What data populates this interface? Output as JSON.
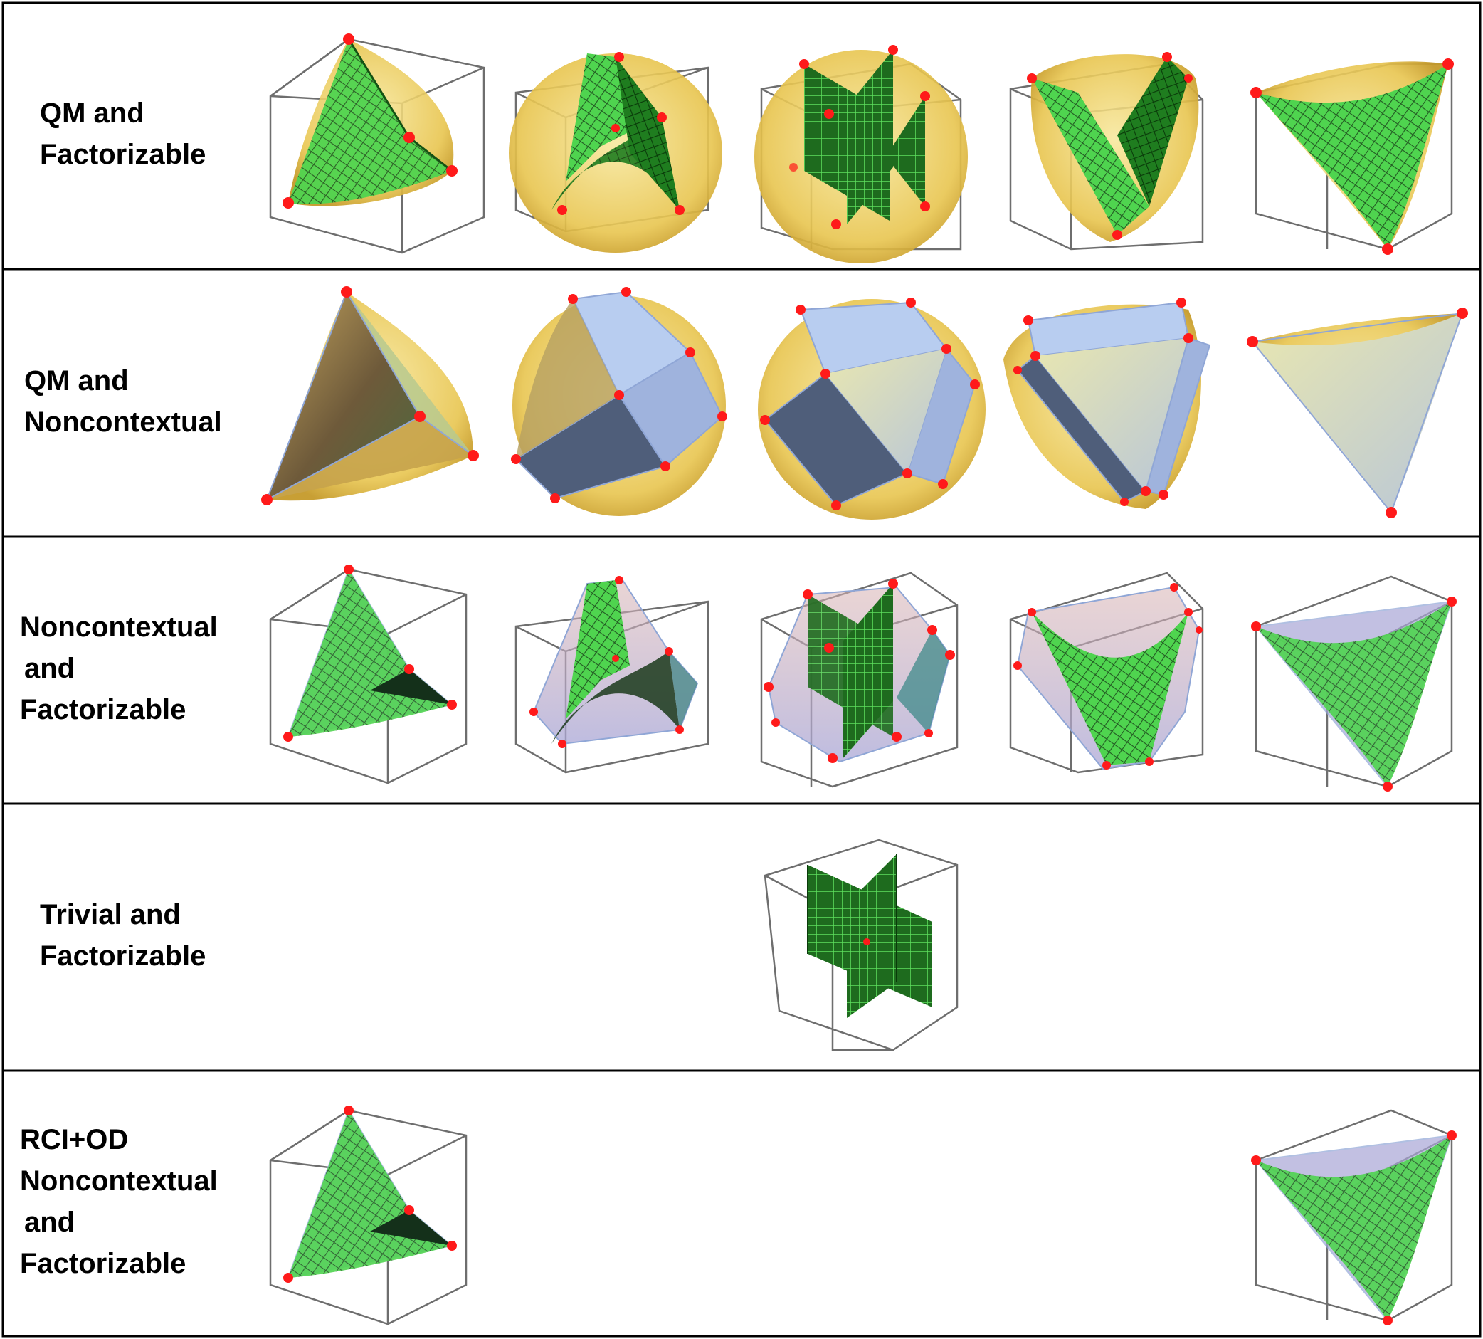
{
  "rows": [
    {
      "id": "qm-factorizable",
      "label_lines": [
        "QM and",
        "Factorizable"
      ],
      "cells": [
        "tetra-saddle-shell",
        "bulge-saddle-shell",
        "cross-saddle-shell",
        "bulge-saddle-shell-b",
        "tetra-saddle-shell-b"
      ]
    },
    {
      "id": "qm-noncontextual",
      "label_lines": [
        "QM and",
        "Noncontextual"
      ],
      "cells": [
        "tetra-solid",
        "polytope-solid",
        "polytope-solid-b",
        "polytope-solid-c",
        "tetra-solid-b"
      ]
    },
    {
      "id": "noncontextual-factorizable",
      "label_lines": [
        "Noncontextual",
        "and",
        "Factorizable"
      ],
      "cells": [
        "tetra-saddle-hull",
        "saddle-hull",
        "cross-hull",
        "saddle-hull-b",
        "tetra-saddle-hull-b"
      ]
    },
    {
      "id": "trivial-factorizable",
      "label_lines": [
        "Trivial and",
        "Factorizable"
      ],
      "cells": [
        "",
        "",
        "cross-planes",
        "",
        ""
      ]
    },
    {
      "id": "rci-od-noncontextual-factorizable",
      "label_lines": [
        "RCI+OD",
        "Noncontextual",
        "and",
        "Factorizable"
      ],
      "cells": [
        "tetra-saddle-hull",
        "",
        "",
        "",
        "tetra-saddle-hull-b"
      ]
    }
  ],
  "colors": {
    "border": "#000000",
    "cube_edge": "#6e6e6e",
    "vertex": "#ff1a1a",
    "green_mesh": "#3ecf3e",
    "green_dark": "#0d5a0d",
    "yellow_shell": "#e6c85a",
    "blue_face": "#a9c3ec",
    "dark_face": "#4f5e7a",
    "lavender_face": "#a9a6d6"
  }
}
